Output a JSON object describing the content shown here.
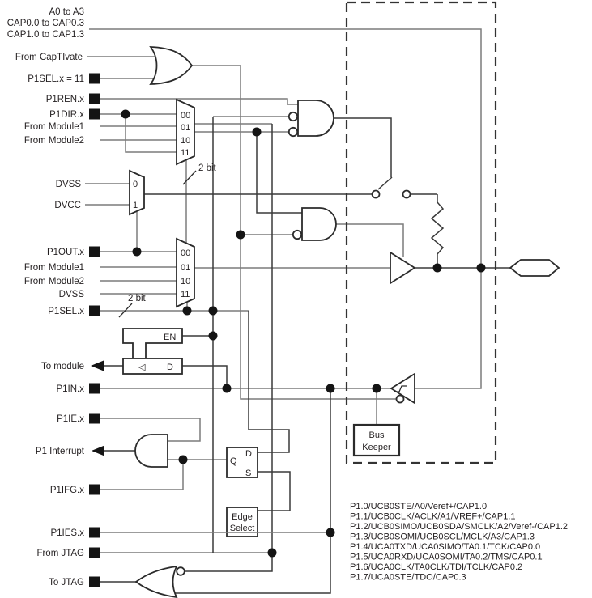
{
  "diagram": {
    "title": "Port P1 pin schematic (I/O with interrupt and analog functions)",
    "colors": {
      "wire_gray": "#7c7c7c",
      "wire_dark": "#3a3a3a",
      "ink": "#231f20",
      "background": "#ffffff"
    },
    "labels": {
      "a0_a3": "A0 to A3",
      "cap0": "CAP0.0 to CAP0.3",
      "cap1": "CAP1.0 to CAP1.3",
      "from_captivate": "From CapTIvate",
      "p1sel_11": "P1SEL.x = 11",
      "p1ren": "P1REN.x",
      "p1dir": "P1DIR.x",
      "from_module1_a": "From Module1",
      "from_module2_a": "From Module2",
      "dvss_a": "DVSS",
      "dvcc": "DVCC",
      "p1out": "P1OUT.x",
      "from_module1_b": "From Module1",
      "from_module2_b": "From Module2",
      "dvss_b": "DVSS",
      "p1sel": "P1SEL.x",
      "two_bit_a": "2 bit",
      "two_bit_b": "2 bit",
      "to_module": "To module",
      "p1in": "P1IN.x",
      "p1ie": "P1IE.x",
      "p1_interrupt": "P1 Interrupt",
      "p1ifg": "P1IFG.x",
      "p1ies": "P1IES.x",
      "from_jtag": "From JTAG",
      "to_jtag": "To JTAG",
      "en": "EN",
      "latch_sym": "◁",
      "latch_d": "D",
      "ff_q": "Q",
      "ff_d": "D",
      "ff_s": "S",
      "edge_line1": "Edge",
      "edge_line2": "Select",
      "bus_line1": "Bus",
      "bus_line2": "Keeper"
    },
    "mux_rows": [
      "00",
      "01",
      "10",
      "11"
    ],
    "small_mux_rows": [
      "0",
      "1"
    ],
    "pin_functions": [
      "P1.0/UCB0STE/A0/Veref+/CAP1.0",
      "P1.1/UCB0CLK/ACLK/A1/VREF+/CAP1.1",
      "P1.2/UCB0SIMO/UCB0SDA/SMCLK/A2/Veref-/CAP1.2",
      "P1.3/UCB0SOMI/UCB0SCL/MCLK/A3/CAP1.3",
      "P1.4/UCA0TXD/UCA0SIMO/TA0.1/TCK/CAP0.0",
      "P1.5/UCA0RXD/UCA0SOMI/TA0.2/TMS/CAP0.1",
      "P1.6/UCA0CLK/TA0CLK/TDI/TCLK/CAP0.2",
      "P1.7/UCA0STE/TDO/CAP0.3"
    ]
  }
}
